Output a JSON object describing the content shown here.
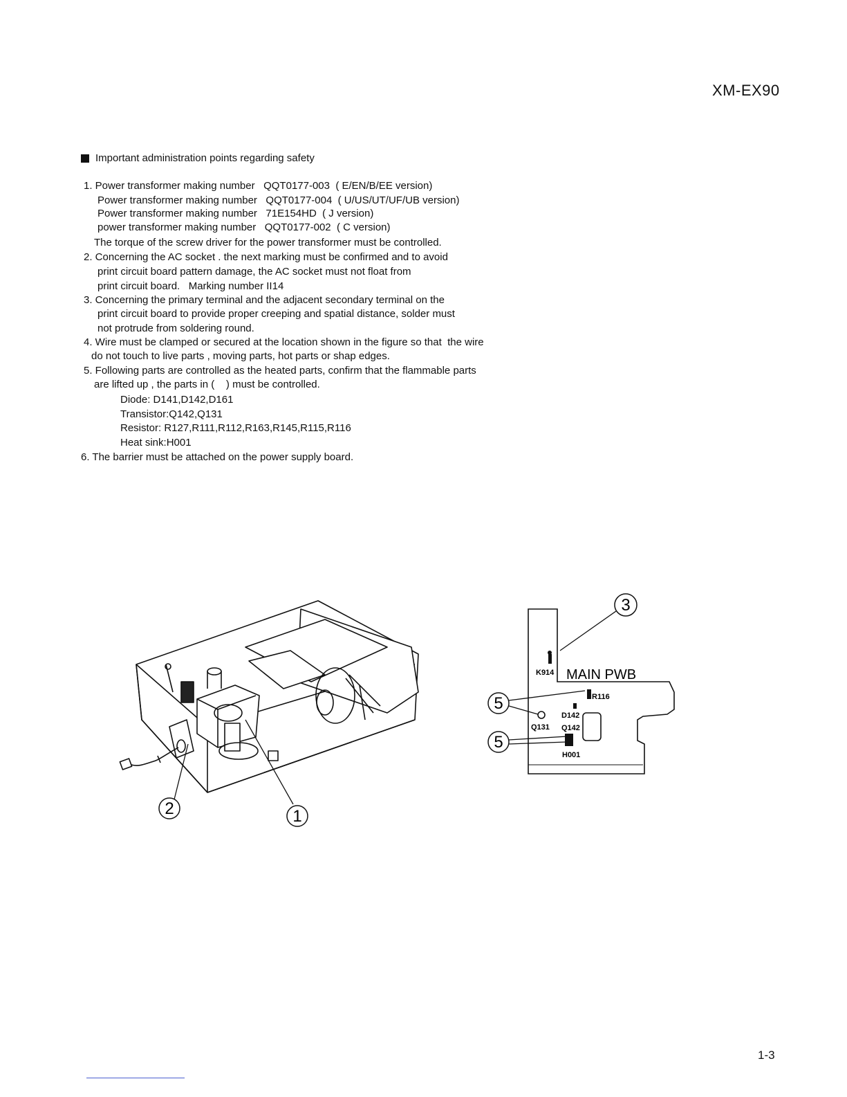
{
  "header": {
    "model": "XM-EX90"
  },
  "heading": "Important administration points regarding safety",
  "lines": [
    "1. Power transformer making number   QQT0177-003  ( E/EN/B/EE version)",
    "Power transformer making number   QQT0177-004  ( U/US/UT/UF/UB version)",
    "Power transformer making number   71E154HD  ( J version)",
    "power transformer making number   QQT0177-002  ( C version)",
    "The torque of the screw driver for the power transformer must be controlled.",
    "2. Concerning the AC socket . the next marking must be confirmed and to avoid",
    "print circuit board pattern damage, the AC socket must not float from",
    "print circuit board.   Marking number II14",
    "3. Concerning the primary terminal and the adjacent secondary terminal on the",
    "print circuit board to provide proper creeping and spatial distance, solder must",
    "not protrude from soldering round.",
    "4. Wire must be clamped or secured at the location shown in the figure so that  the wire",
    "do not touch to live parts , moving parts, hot parts or shap edges.",
    "5. Following parts are controlled as the heated parts, confirm that the flammable parts",
    "are lifted up , the parts in (    ) must be controlled.",
    "Diode: D141,D142,D161",
    "Transistor:Q142,Q131",
    "Resistor: R127,R111,R112,R163,R145,R115,R116",
    "Heat sink:H001",
    "6. The barrier must be attached on the power supply board."
  ],
  "figure_left": {
    "callouts": [
      "2",
      "1"
    ]
  },
  "figure_right": {
    "board_label": "MAIN PWB",
    "callouts": [
      "3",
      "5",
      "5"
    ],
    "parts": [
      "K914",
      "R116",
      "D142",
      "Q131",
      "Q142",
      "H001"
    ]
  },
  "footer": {
    "page": "1-3"
  }
}
